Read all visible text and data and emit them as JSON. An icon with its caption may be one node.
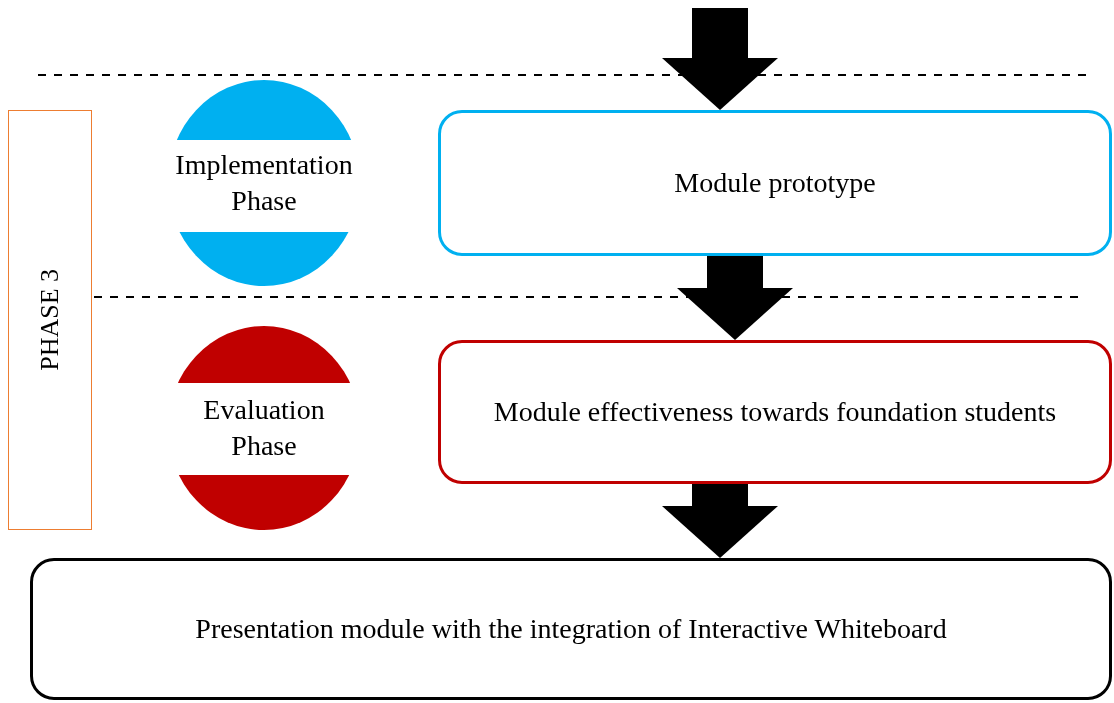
{
  "diagram": {
    "nodes": [
      {
        "text": [
          "PHASE 3"
        ]
      },
      {
        "text": [
          "Implementation Phase"
        ]
      },
      {
        "text": [
          "Evaluation Phase"
        ]
      },
      {
        "text": [
          "Module prototype"
        ]
      },
      {
        "text": [
          "Module effectiveness towards foundation students"
        ]
      },
      {
        "text": [
          "Presentation module with the integration of Interactive Whiteboard"
        ]
      }
    ],
    "edges": [
      {
        "from": null,
        "to": 3,
        "arrow": "to"
      },
      {
        "from": 3,
        "to": 4,
        "arrow": "to"
      },
      {
        "from": 4,
        "to": 5,
        "arrow": "to"
      }
    ]
  }
}
